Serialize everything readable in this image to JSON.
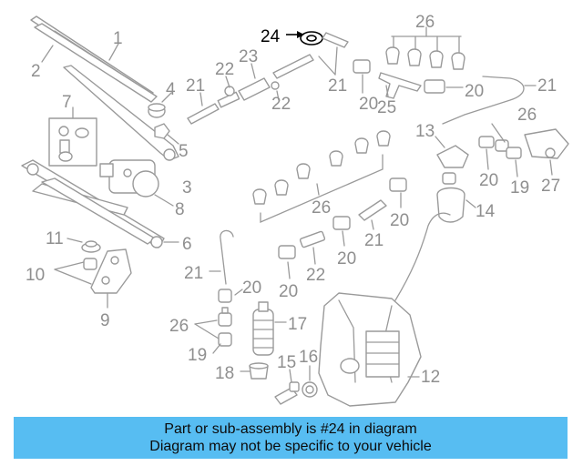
{
  "callouts": [
    {
      "id": "1",
      "label": "1"
    },
    {
      "id": "2",
      "label": "2"
    },
    {
      "id": "3",
      "label": "3"
    },
    {
      "id": "4",
      "label": "4"
    },
    {
      "id": "5",
      "label": "5"
    },
    {
      "id": "6",
      "label": "6"
    },
    {
      "id": "7",
      "label": "7"
    },
    {
      "id": "8",
      "label": "8"
    },
    {
      "id": "9",
      "label": "9"
    },
    {
      "id": "10",
      "label": "10"
    },
    {
      "id": "11",
      "label": "11"
    },
    {
      "id": "12",
      "label": "12"
    },
    {
      "id": "13",
      "label": "13"
    },
    {
      "id": "14",
      "label": "14"
    },
    {
      "id": "15",
      "label": "15"
    },
    {
      "id": "16",
      "label": "16"
    },
    {
      "id": "17",
      "label": "17"
    },
    {
      "id": "18",
      "label": "18"
    },
    {
      "id": "19",
      "label": "19"
    },
    {
      "id": "20",
      "label": "20"
    },
    {
      "id": "21",
      "label": "21"
    },
    {
      "id": "22",
      "label": "22"
    },
    {
      "id": "23",
      "label": "23"
    },
    {
      "id": "24",
      "label": "24"
    },
    {
      "id": "25",
      "label": "25"
    },
    {
      "id": "26",
      "label": "26"
    },
    {
      "id": "27",
      "label": "27"
    }
  ],
  "highlight_part": "24",
  "colors": {
    "banner": "#57bdf2",
    "highlight": "#000000",
    "line_art": "#9a9a9a"
  },
  "banner": {
    "line1": "Part or sub-assembly is #24 in diagram",
    "line2": "Diagram may not be specific to your vehicle"
  }
}
